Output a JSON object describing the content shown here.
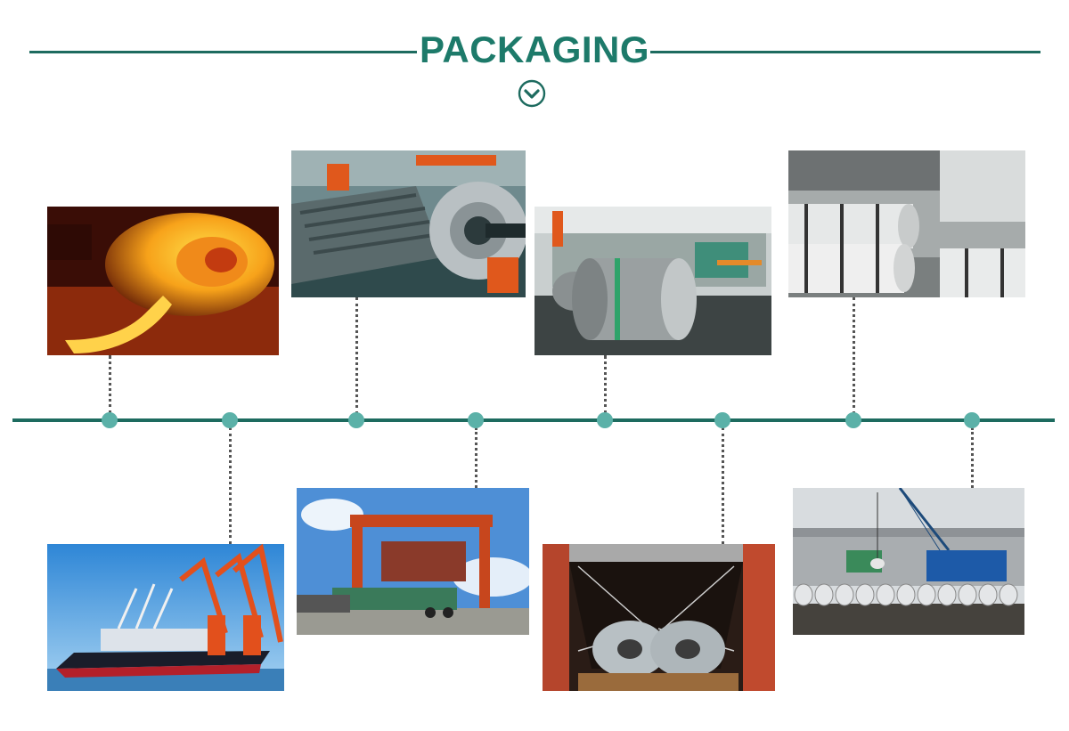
{
  "header": {
    "title": "PACKAGING",
    "icon": "chevron-down-circle-icon"
  },
  "colors": {
    "accent": "#1d7a6a",
    "line": "#1d6b5f",
    "node": "#5bb1a8"
  },
  "photos": [
    {
      "name": "hot-rolled-coil-photo"
    },
    {
      "name": "coil-processing-line-photo"
    },
    {
      "name": "steel-coils-factory-floor-photo"
    },
    {
      "name": "coil-warehouse-photo"
    },
    {
      "name": "port-ships-cranes-photo"
    },
    {
      "name": "container-crane-truck-photo"
    },
    {
      "name": "coils-in-container-photo"
    },
    {
      "name": "coils-crane-yard-photo"
    }
  ]
}
